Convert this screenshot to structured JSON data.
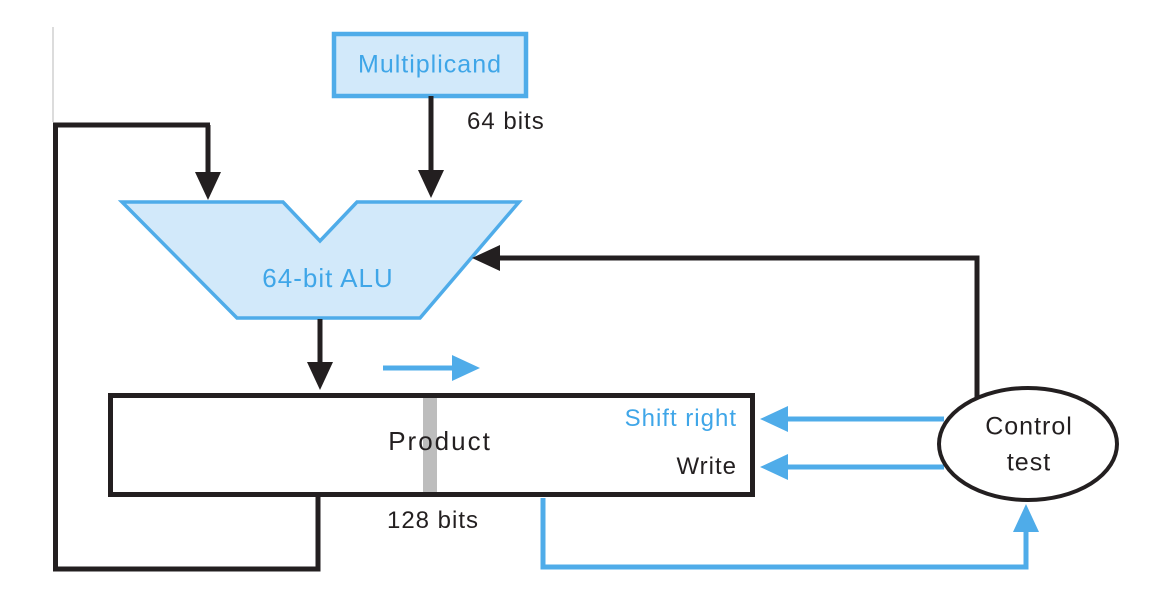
{
  "diagram": {
    "nodes": {
      "multiplicand": {
        "label": "Multiplicand",
        "width": "64 bits"
      },
      "alu": {
        "label": "64-bit ALU"
      },
      "product": {
        "label": "Product",
        "width": "128 bits",
        "control_ports": [
          {
            "label": "Shift right"
          },
          {
            "label": "Write"
          }
        ]
      },
      "control": {
        "label_line1": "Control",
        "label_line2": "test"
      }
    },
    "edges": [
      {
        "from": "multiplicand",
        "to": "alu",
        "color": "black",
        "style": "arrow-down"
      },
      {
        "from": "product-feedback-loop",
        "to": "alu",
        "color": "black",
        "style": "arrow-down-left-loop"
      },
      {
        "from": "alu",
        "to": "product",
        "color": "black",
        "style": "arrow-down"
      },
      {
        "from": "control",
        "to": "alu",
        "color": "black",
        "style": "arrow-left"
      },
      {
        "from": "control",
        "to": "product",
        "signal_port": 0,
        "color": "blue",
        "style": "arrow-left"
      },
      {
        "from": "control",
        "to": "product",
        "signal_port": 1,
        "color": "blue",
        "style": "arrow-left"
      },
      {
        "from": "product",
        "to": "control",
        "color": "blue",
        "style": "arrow-up"
      },
      {
        "from": "shift-direction-indicator",
        "to": "",
        "color": "blue",
        "style": "arrow-right"
      }
    ],
    "colors": {
      "accent_blue": "#4FACE9",
      "text_blue": "#3FA6E8",
      "shape_fill": "#D2E9FA",
      "ink_black": "#231F20",
      "divider_gray": "#BDBDBD",
      "edge_gray": "#DCDCDC",
      "background": "#FFFFFF"
    }
  }
}
